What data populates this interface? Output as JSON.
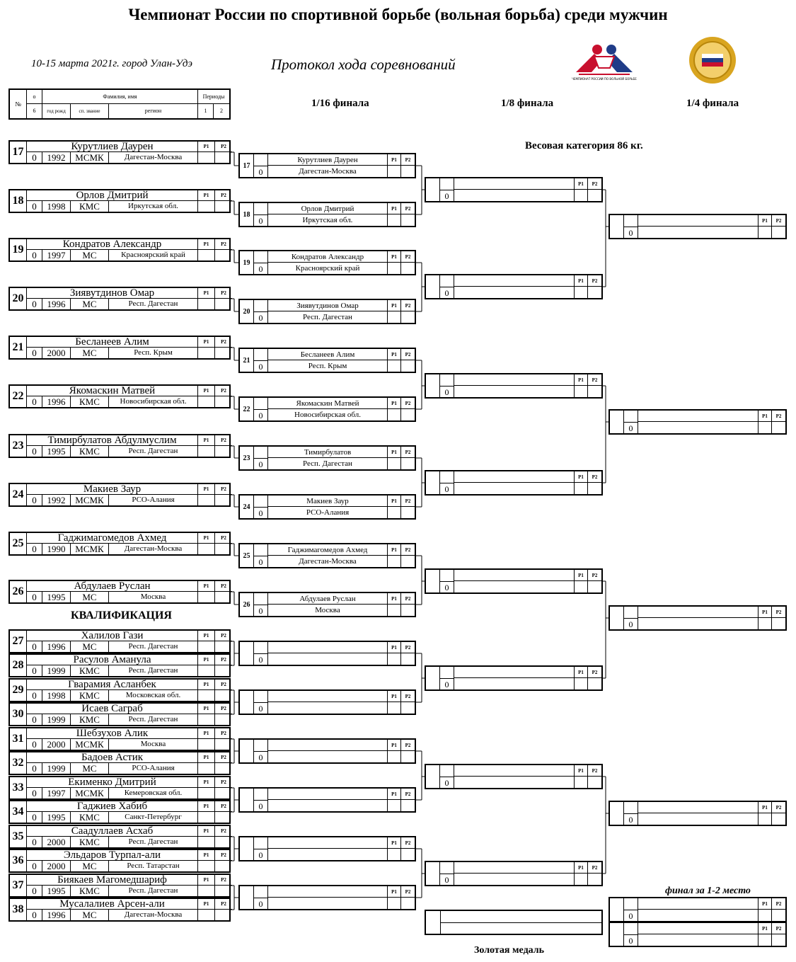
{
  "title": "Чемпионат России по спортивной борьбе (вольная борьба) среди мужчин",
  "subinfo": "10-15 марта 2021г.  город  Улан-Удэ",
  "protocol": "Протокол хода соревнований",
  "logo_caption": "ЧЕМПИОНАТ РОССИИ ПО ВОЛЬНОЙ БОРЬБЕ",
  "header": {
    "num": "№",
    "o": "о",
    "six": "6",
    "name": "Фамилия, имя",
    "periods": "Периоды",
    "birth": "год рожд",
    "rank": "сп. звание",
    "region": "регион",
    "p1": "1",
    "p2": "2"
  },
  "rounds": {
    "r16": "1/16 финала",
    "r8": "1/8 финала",
    "r4": "1/4 финала"
  },
  "weight_category": "Весовая категория   86   кг.",
  "qualification": "КВАЛИФИКАЦИЯ",
  "final_label": "финал за 1-2 место",
  "gold_label": "Золотая медаль",
  "period_labels": {
    "p1": "Р1",
    "p2": "Р2"
  },
  "zero": "0",
  "participants": [
    {
      "num": "17",
      "name": "Курутлиев Даурен",
      "year": "1992",
      "rank": "МСМК",
      "region": "Дагестан-Москва"
    },
    {
      "num": "18",
      "name": "Орлов Дмитрий",
      "year": "1998",
      "rank": "КМС",
      "region": "Иркутская обл."
    },
    {
      "num": "19",
      "name": "Кондратов Александр",
      "year": "1997",
      "rank": "МС",
      "region": "Красноярский край"
    },
    {
      "num": "20",
      "name": "Зиявутдинов Омар",
      "year": "1996",
      "rank": "МС",
      "region": "Респ. Дагестан"
    },
    {
      "num": "21",
      "name": "Бесланеев Алим",
      "year": "2000",
      "rank": "МС",
      "region": "Респ. Крым"
    },
    {
      "num": "22",
      "name": "Якомаскин Матвей",
      "year": "1996",
      "rank": "КМС",
      "region": "Новосибирская обл."
    },
    {
      "num": "23",
      "name": "Тимирбулатов Абдулмуслим",
      "year": "1995",
      "rank": "КМС",
      "region": "Респ. Дагестан"
    },
    {
      "num": "24",
      "name": "Макиев Заур",
      "year": "1992",
      "rank": "МСМК",
      "region": "РСО-Алания"
    },
    {
      "num": "25",
      "name": "Гаджимагомедов Ахмед",
      "year": "1990",
      "rank": "МСМК",
      "region": "Дагестан-Москва"
    },
    {
      "num": "26",
      "name": "Абдулаев Руслан",
      "year": "1995",
      "rank": "МС",
      "region": "Москва"
    },
    {
      "num": "27",
      "name": "Халилов Гази",
      "year": "1996",
      "rank": "МС",
      "region": "Респ. Дагестан"
    },
    {
      "num": "28",
      "name": "Расулов Аманула",
      "year": "1999",
      "rank": "КМС",
      "region": "Респ. Дагестан"
    },
    {
      "num": "29",
      "name": "Гварамия Асланбек",
      "year": "1998",
      "rank": "КМС",
      "region": "Московская обл."
    },
    {
      "num": "30",
      "name": "Исаев Саграб",
      "year": "1999",
      "rank": "КМС",
      "region": "Респ. Дагестан"
    },
    {
      "num": "31",
      "name": "Шебзухов Алик",
      "year": "2000",
      "rank": "МСМК",
      "region": "Москва"
    },
    {
      "num": "32",
      "name": "Бадоев Астик",
      "year": "1999",
      "rank": "МС",
      "region": "РСО-Алания"
    },
    {
      "num": "33",
      "name": "Екименко Дмитрий",
      "year": "1997",
      "rank": "МСМК",
      "region": "Кемеровская обл."
    },
    {
      "num": "34",
      "name": "Гаджиев Хабиб",
      "year": "1995",
      "rank": "КМС",
      "region": "Санкт-Петербург"
    },
    {
      "num": "35",
      "name": "Саадуллаев Асхаб",
      "year": "2000",
      "rank": "КМС",
      "region": "Респ. Дагестан"
    },
    {
      "num": "36",
      "name": "Эльдаров Турпал-али",
      "year": "2000",
      "rank": "МС",
      "region": "Респ. Татарстан"
    },
    {
      "num": "37",
      "name": "Биякаев Магомедшариф",
      "year": "1995",
      "rank": "КМС",
      "region": "Респ. Дагестан"
    },
    {
      "num": "38",
      "name": "Мусалалиев Арсен-али",
      "year": "1996",
      "rank": "МС",
      "region": "Дагестан-Москва"
    }
  ],
  "r16_boxes": [
    {
      "num": "17",
      "name": "Курутлиев Даурен",
      "region": "Дагестан-Москва"
    },
    {
      "num": "18",
      "name": "Орлов Дмитрий",
      "region": "Иркутская обл."
    },
    {
      "num": "19",
      "name": "Кондратов Александр",
      "region": "Красноярский край"
    },
    {
      "num": "20",
      "name": "Зиявутдинов Омар",
      "region": "Респ. Дагестан"
    },
    {
      "num": "21",
      "name": "Бесланеев Алим",
      "region": "Респ. Крым"
    },
    {
      "num": "22",
      "name": "Якомаскин Матвей",
      "region": "Новосибирская обл."
    },
    {
      "num": "23",
      "name": "Тимирбулатов",
      "region": "Респ. Дагестан"
    },
    {
      "num": "24",
      "name": "Макиев Заур",
      "region": "РСО-Алания"
    },
    {
      "num": "25",
      "name": "Гаджимагомедов Ахмед",
      "region": "Дагестан-Москва"
    },
    {
      "num": "26",
      "name": "Абдулаев Руслан",
      "region": "Москва"
    }
  ]
}
